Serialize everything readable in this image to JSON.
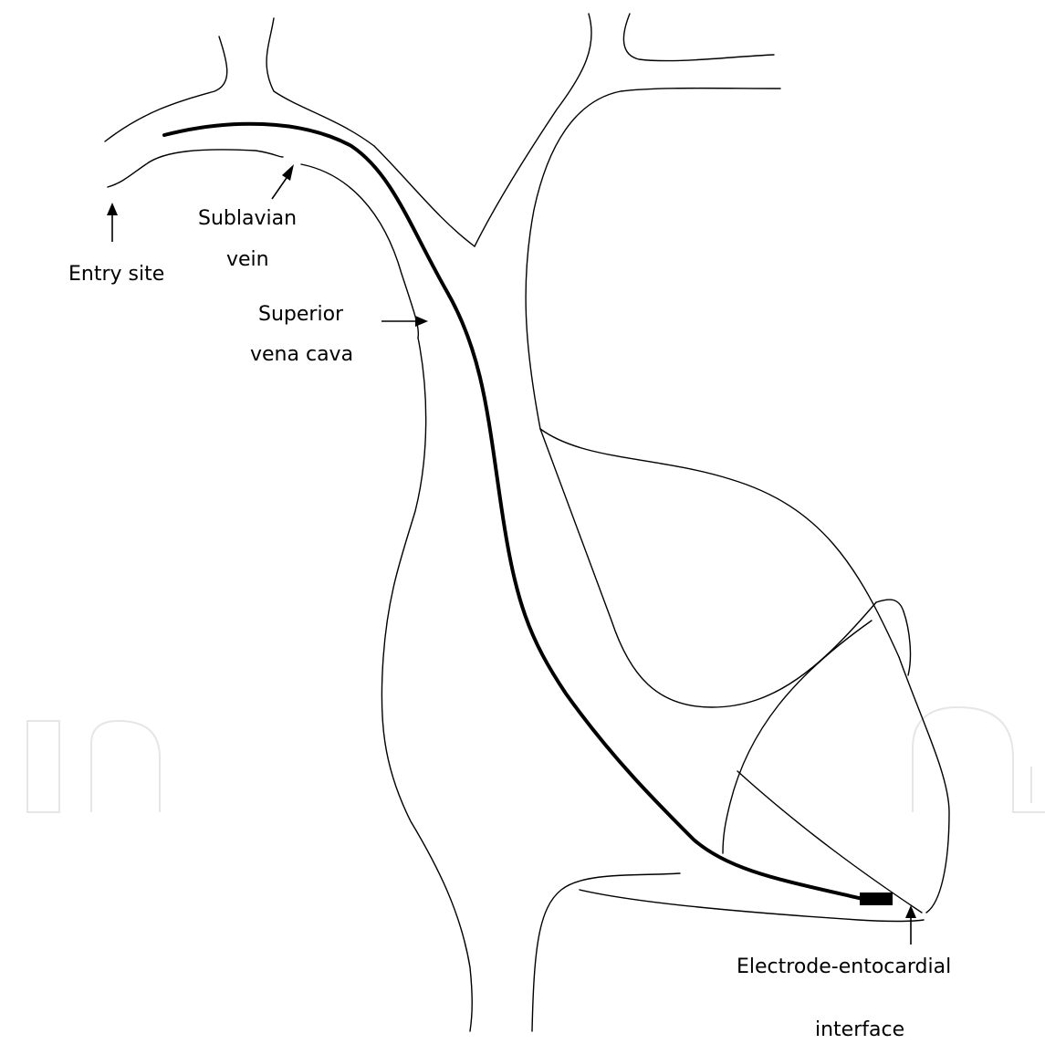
{
  "diagram": {
    "labels": {
      "entry_site": "Entry site",
      "subclavian_line1": "Sublavian",
      "subclavian_line2": "vein",
      "svc_line1": "Superior",
      "svc_line2": "vena cava",
      "electrode_line1": "Electrode-entocardial",
      "electrode_line2": "interface"
    },
    "colors": {
      "line": "#000000",
      "lead": "#000000",
      "watermark": "#e6e6e6",
      "background": "#ffffff"
    }
  },
  "watermark": {
    "text": "In"
  }
}
